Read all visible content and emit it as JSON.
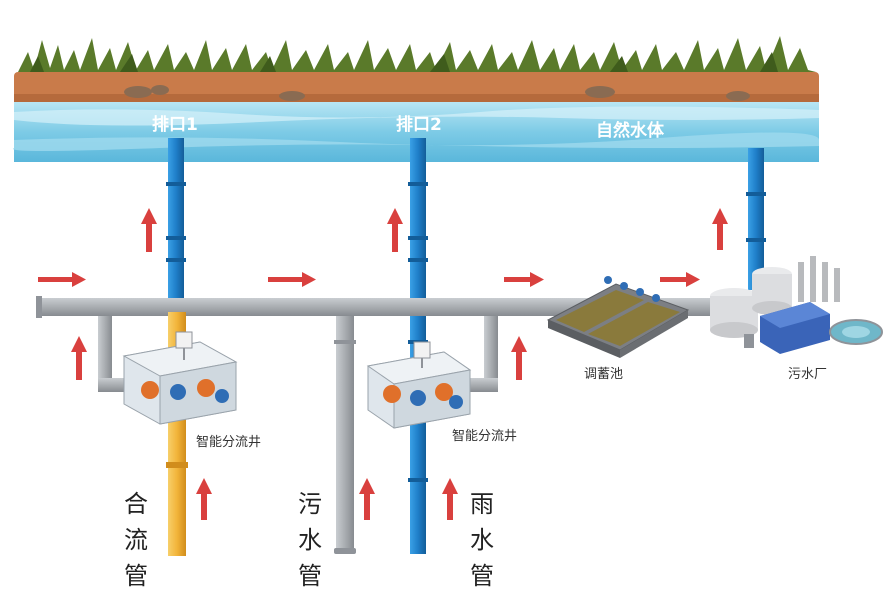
{
  "water": {
    "outlet_1": "排口1",
    "outlet_2": "排口2",
    "natural_water": "自然水体"
  },
  "facilities": {
    "smart_well_1": "智能分流井",
    "smart_well_2": "智能分流井",
    "regulating_tank": "调蓄池",
    "treatment_plant": "污水厂"
  },
  "pipes": {
    "combined": [
      "合",
      "流",
      "管"
    ],
    "sewage": [
      "污",
      "水",
      "管"
    ],
    "rain": [
      "雨",
      "水",
      "管"
    ]
  },
  "colors": {
    "water": "#7dcbe6",
    "soil": "#c97b4a",
    "grass": "#5a7a2a",
    "main_pipe": "#a9adb1",
    "rain_pipe": "#1f7fc9",
    "combined_pipe": "#f2b43a",
    "arrow": "#d9403e"
  }
}
